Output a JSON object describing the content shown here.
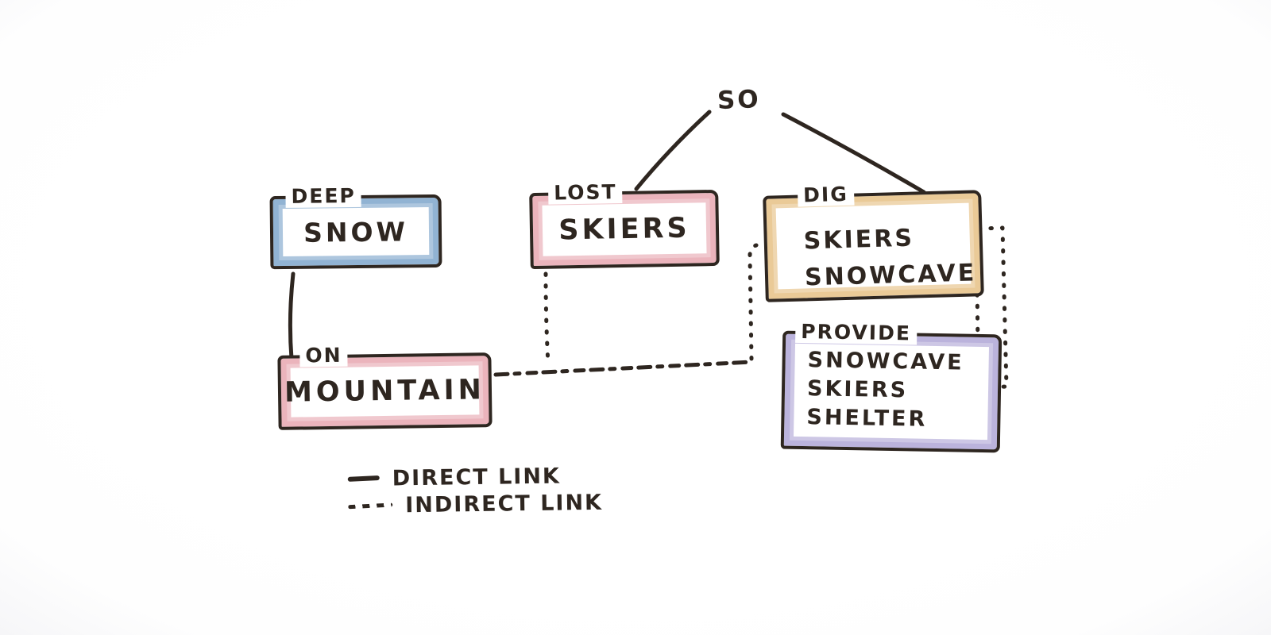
{
  "diagram": {
    "root_label": "SO",
    "ink_color": "#2e2620",
    "nodes": {
      "deep_snow": {
        "tag": "DEEP",
        "text": "SNOW",
        "accent": "#5b8dbd"
      },
      "lost_skiers": {
        "tag": "LOST",
        "text": "SKIERS",
        "accent": "#df8d98"
      },
      "dig": {
        "tag": "DIG",
        "lines": [
          "SKIERS",
          "SNOWCAVE"
        ],
        "accent": "#e0af64"
      },
      "on_mountain": {
        "tag": "ON",
        "text": "MOUNTAIN",
        "accent": "#df8d98"
      },
      "provide": {
        "tag": "PROVIDE",
        "lines": [
          "SNOWCAVE",
          "SKIERS",
          "SHELTER"
        ],
        "accent": "#968ac8"
      }
    },
    "links": [
      {
        "from": "SO",
        "to": "LOST SKIERS",
        "type": "direct"
      },
      {
        "from": "SO",
        "to": "DIG SKIERS SNOWCAVE",
        "type": "direct"
      },
      {
        "from": "DEEP SNOW",
        "to": "ON MOUNTAIN",
        "type": "direct"
      },
      {
        "from": "LOST SKIERS",
        "to": "ON MOUNTAIN",
        "type": "indirect"
      },
      {
        "from": "ON MOUNTAIN",
        "to": "DIG SKIERS SNOWCAVE",
        "type": "indirect"
      },
      {
        "from": "DIG SKIERS",
        "to": "PROVIDE SKIERS",
        "type": "indirect"
      },
      {
        "from": "DIG SNOWCAVE",
        "to": "PROVIDE SNOWCAVE",
        "type": "indirect"
      }
    ],
    "legend": {
      "direct_label": "DIRECT LINK",
      "indirect_label": "INDIRECT LINK"
    }
  }
}
